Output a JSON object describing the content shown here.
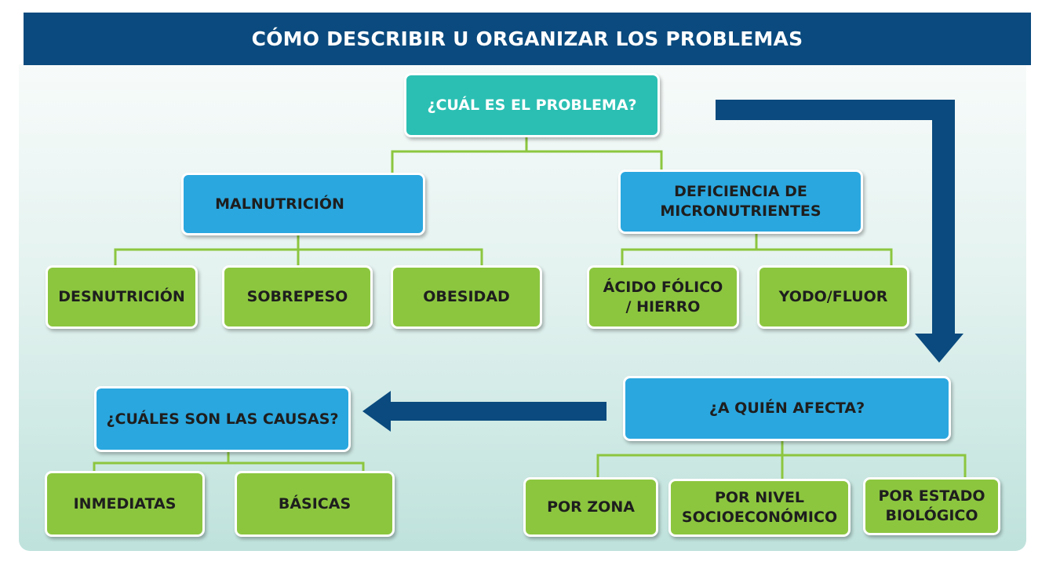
{
  "title": "CÓMO DESCRIBIR U ORGANIZAR LOS PROBLEMAS",
  "nodes": {
    "root": "¿CUÁL ES EL PROBLEMA?",
    "malnutrition": "MALNUTRICIÓN",
    "micronutrient_deficiency": {
      "line1": "DEFICIENCIA DE",
      "line2": "MICRONUTRIENTES"
    },
    "undernutrition": "DESNUTRICIÓN",
    "overweight": "SOBREPESO",
    "obesity": "OBESIDAD",
    "folic_iron": {
      "line1": "ÁCIDO FÓLICO",
      "line2": "/ HIERRO"
    },
    "iodine_fluor": "YODO/FLUOR",
    "who_affected": "¿A QUIÉN AFECTA?",
    "by_zone": "POR ZONA",
    "by_socioeconomic": {
      "line1": "POR NIVEL",
      "line2": "SOCIOECONÓMICO"
    },
    "by_biological": {
      "line1": "POR ESTADO",
      "line2": "BIOLÓGICO"
    },
    "causes": "¿CUÁLES SON LAS CAUSAS?",
    "immediate": "INMEDIATAS",
    "basic": "BÁSICAS"
  },
  "colors": {
    "header": "#0a4a7e",
    "teal_box": "#2bbfb3",
    "blue_box": "#2aa7df",
    "green_box": "#8cc63f",
    "connector": "#8cc63f",
    "arrow": "#0a4a7e"
  }
}
